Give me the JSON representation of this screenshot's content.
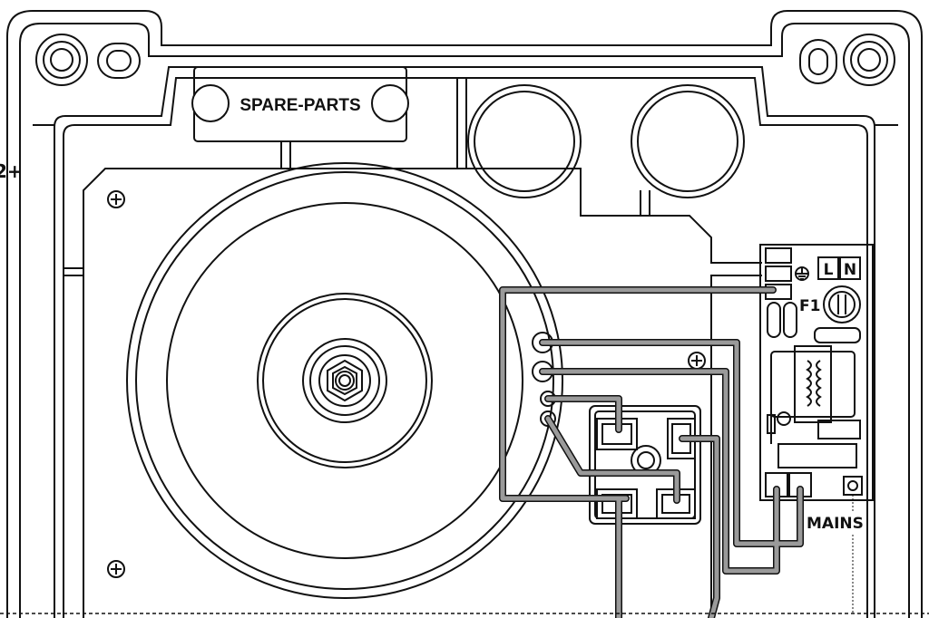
{
  "labels": {
    "spare_parts": "SPARE-PARTS",
    "fuse": "F1",
    "line": "L",
    "neutral": "N",
    "mains": "MAINS",
    "edge_fragment": "2+"
  },
  "colors": {
    "outline": "#111111",
    "wire": "#8a8a8a",
    "background": "#ffffff"
  },
  "icons": [
    "ground-icon",
    "screw-icon",
    "fuse-icon",
    "transformer-icon",
    "mounting-hole-icon"
  ]
}
